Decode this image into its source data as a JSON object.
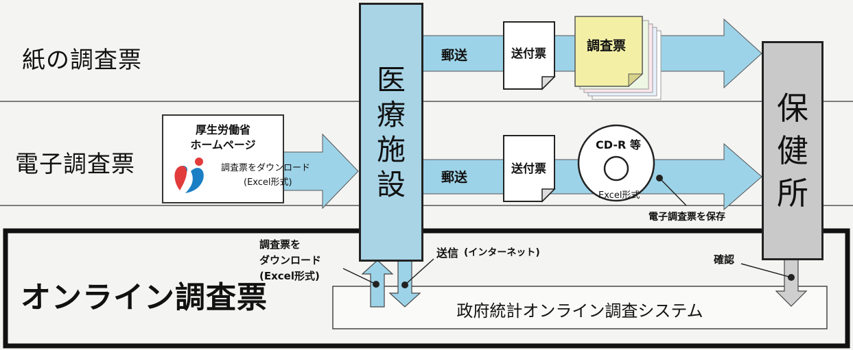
{
  "rows": {
    "paper": "紙の調査票",
    "electronic": "電子調査票",
    "online": "オンライン調査票"
  },
  "boxes": {
    "medical": [
      "医",
      "療",
      "施",
      "設"
    ],
    "health_center": [
      "保",
      "健",
      "所"
    ]
  },
  "paper_flow": {
    "mail": "郵送",
    "cover_letter": "送付票",
    "questionnaire": "調査票"
  },
  "electronic_flow": {
    "website_line1": "厚生労働省",
    "website_line2": "ホームページ",
    "download_line1": "調査票をダウンロード",
    "download_line2": "(Excel形式)",
    "mail": "郵送",
    "cover_letter": "送付票",
    "cd_label": "CD-R 等",
    "cd_format": "Excel形式",
    "save_note": "電子調査票を保存"
  },
  "online_flow": {
    "download_line1": "調査票を",
    "download_line2": "ダウンロード",
    "download_line3": "(Excel形式)",
    "send": "送信",
    "send_via": "(インターネット)",
    "confirm": "確認",
    "system": "政府統計オンライン調査システム"
  },
  "colors": {
    "arrow": "#9dd3e8",
    "medical_fill": "#a8d4e6",
    "health_fill": "#c9c9c9",
    "paper_sheet": "#f3f0a6"
  }
}
